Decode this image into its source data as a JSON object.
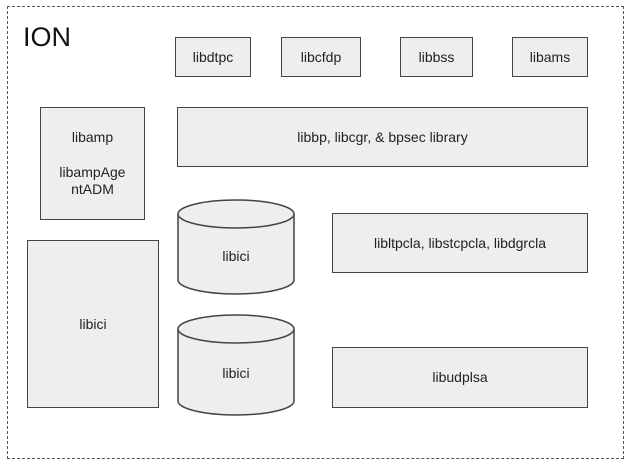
{
  "diagram": {
    "title": "ION",
    "top_row": [
      "libdtpc",
      "libcfdp",
      "libbss",
      "libams"
    ],
    "bundle_layer": "libbp, libcgr, & bpsec library",
    "amp": {
      "line1": "libamp",
      "line2": "libampAge",
      "line3": "ntADM"
    },
    "ici_left": "libici",
    "ici_cyl_1": "libici",
    "ici_cyl_2": "libici",
    "cla_1": "libltpcla, libstcpcla, libdgrcla",
    "cla_2": "libudplsa"
  },
  "colors": {
    "box_fill": "#eeeeee",
    "border": "#444444",
    "frame": "#555555"
  }
}
